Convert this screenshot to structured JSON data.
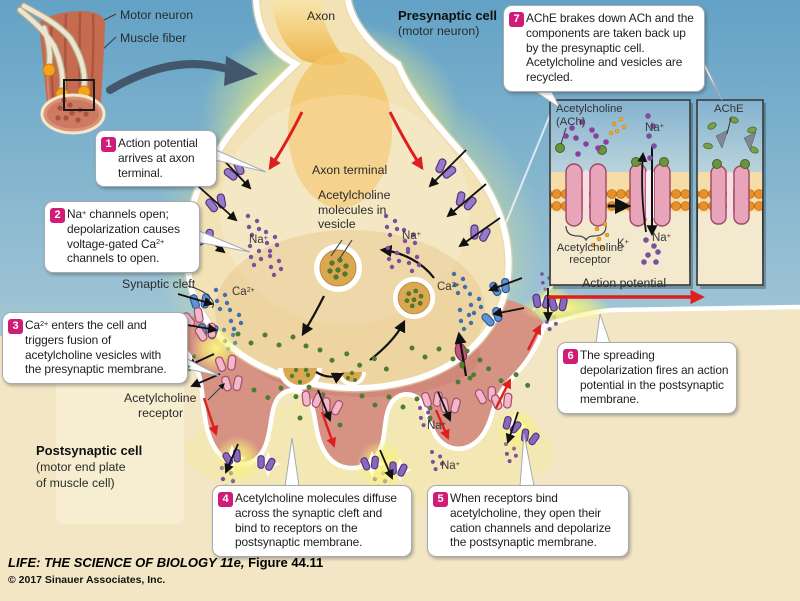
{
  "header": {
    "axon": "Axon",
    "presynaptic_title": "Presynaptic cell",
    "presynaptic_sub": "(motor neuron)"
  },
  "muscle_inset": {
    "motor_neuron": "Motor neuron",
    "muscle_fiber": "Muscle fiber"
  },
  "terminal": {
    "axon_terminal": "Axon terminal",
    "vesicle_label_l1": "Acetylcholine",
    "vesicle_label_l2": "molecules in",
    "vesicle_label_l3": "vesicle",
    "synaptic_cleft": "Synaptic cleft",
    "ach_receptor_l1": "Acetylcholine",
    "ach_receptor_l2": "receptor"
  },
  "postsynaptic": {
    "title": "Postsynaptic cell",
    "sub1": "(motor end plate",
    "sub2": "of muscle cell)",
    "action_potential": "Action potential"
  },
  "ions": {
    "na": "Na",
    "na_sup": "+",
    "ca": "Ca",
    "ca_sup": "2+",
    "k": "K",
    "k_sup": "+"
  },
  "receptor_inset": {
    "ach_l1": "Acetylcholine",
    "ach_l2": "(ACh)",
    "receptor_l1": "Acetylcholine",
    "receptor_l2": "receptor",
    "ache": "AChE"
  },
  "callouts": {
    "c1": {
      "num": "1",
      "text": "Action potential arrives at axon terminal."
    },
    "c2": {
      "num": "2",
      "t1": "Na",
      "s1": "+",
      "t2": " channels open; depolarization causes voltage-gated Ca",
      "s2": "2+",
      "t3": " channels to open."
    },
    "c3": {
      "num": "3",
      "t1": "Ca",
      "s1": "2+",
      "t2": " enters the cell and triggers fusion of acetylcholine vesicles with the presynaptic membrane."
    },
    "c4": {
      "num": "4",
      "text": "Acetylcholine molecules diffuse across the synaptic cleft and bind to receptors on the postsynaptic membrane."
    },
    "c5": {
      "num": "5",
      "text": "When receptors bind acetylcholine, they open their cation channels and depolarize the postsynaptic membrane."
    },
    "c6": {
      "num": "6",
      "text": "The spreading depolarization fires an action potential in the postsynaptic membrane."
    },
    "c7": {
      "num": "7",
      "text": "AChE brakes down ACh and the components are taken back up by the presynaptic cell. Acetylcholine and vesicles are recycled."
    }
  },
  "footer": {
    "credit_italic": "LIFE: THE SCIENCE OF BIOLOGY 11e,",
    "credit_rest": " Figure 44.11",
    "copyright": "© 2017 Sinauer Associates, Inc."
  },
  "colors": {
    "badge_magenta": "#cf1d77",
    "action_arrow_red": "#dd1f1f",
    "sky_top": "#63a2c6",
    "cream": "#f2e6c4",
    "cleft_salmon": "#d69384",
    "glow_yellow": "#fbf77e",
    "na_dot_purple": "#7a4f9e",
    "ca_dot_blue": "#3f6fae",
    "ach_dot_green": "#4e7d32",
    "k_dot_orange": "#f0a830"
  }
}
